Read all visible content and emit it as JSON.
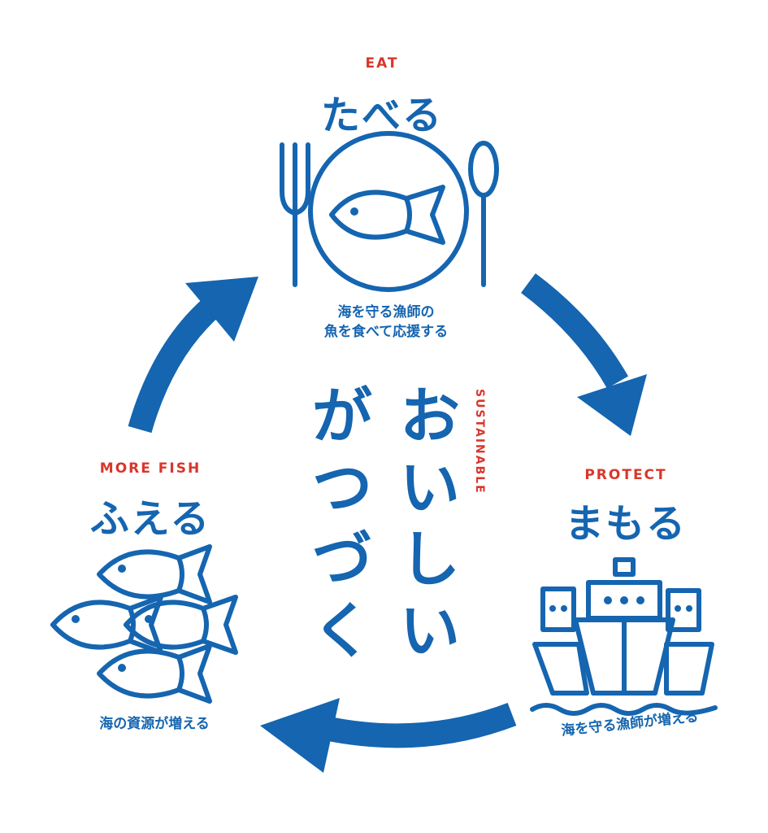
{
  "eat": {
    "en": "EAT",
    "jp": "たべる",
    "caption_line1": "海を守る漁師の",
    "caption_line2": "魚を食べて応援する"
  },
  "protect": {
    "en": "PROTECT",
    "jp": "まもる",
    "caption": "海を守る漁師が増える"
  },
  "more_fish": {
    "en": "MORE FISH",
    "jp": "ふえる",
    "caption": "海の資源が増える"
  },
  "center": {
    "en": "SUSTAINABLE",
    "col_right": [
      "お",
      "い",
      "し",
      "い"
    ],
    "col_left": [
      "が",
      "つ",
      "づ",
      "く"
    ]
  },
  "colors": {
    "blue": "#1565b0",
    "red": "#d9362b"
  }
}
